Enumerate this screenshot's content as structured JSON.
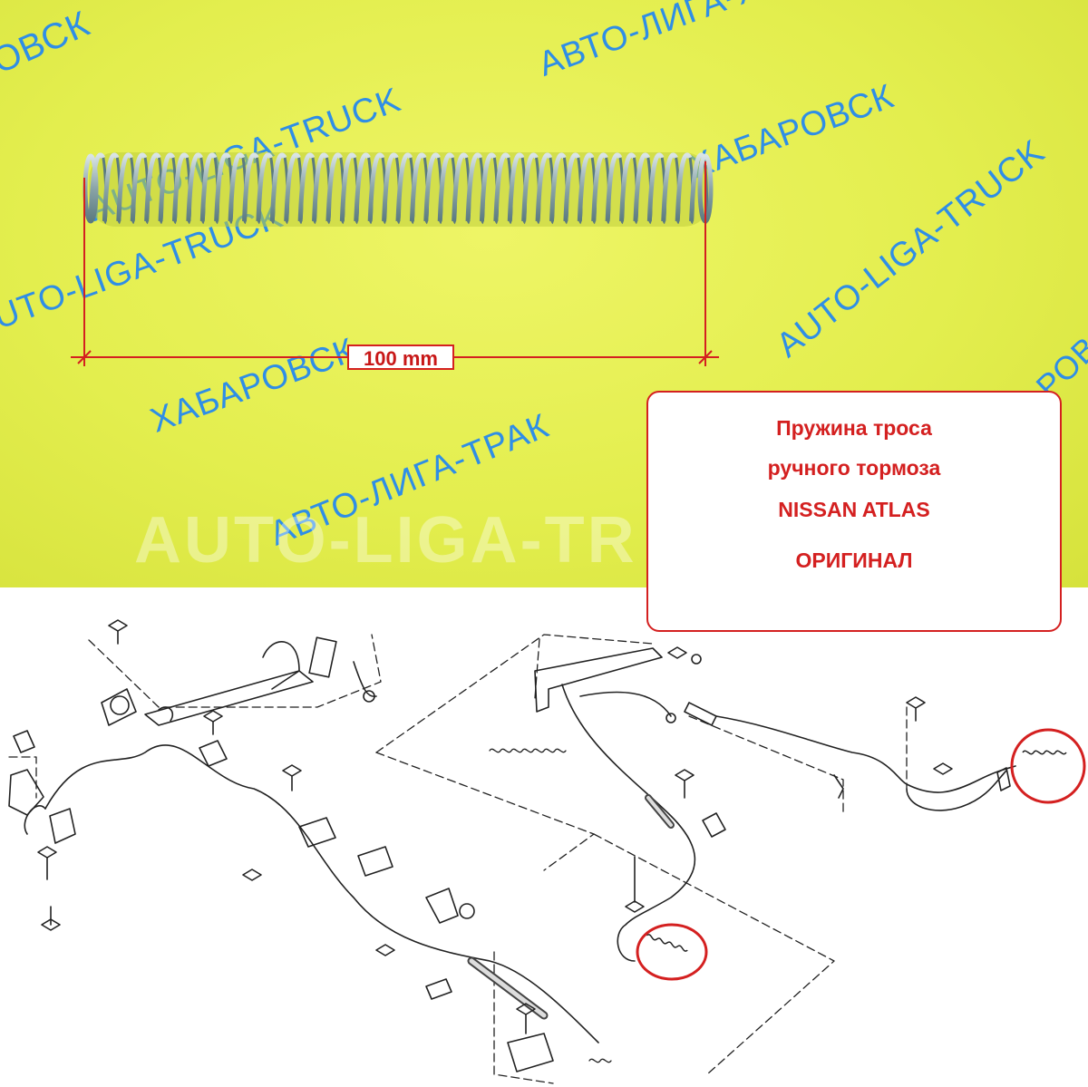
{
  "watermarks": {
    "khabarovsk": "ХАБАРОВСК",
    "khabarovsk_partial": "ОВСК",
    "auto_liga_truck": "AUTO-LIGA-TRUCK",
    "avto_liga_trak": "АВТО-ЛИГА-ТРАК",
    "avto_liga_khabarovsk": "АВТО-ЛИГА-ХАБАРОВСК",
    "auto_liga_partial": "AUTO-LI",
    "big_auto_liga": "AUTO-LIGA-TR"
  },
  "measurement": {
    "label": "100 mm",
    "line_color": "#d42020"
  },
  "caption": {
    "line1": "Пружина троса",
    "line2": "ручного тормоза",
    "line3": "NISSAN ATLAS",
    "line4": "ОРИГИНАЛ",
    "color": "#d42020"
  },
  "colors": {
    "photo_background": "#e3ee4e",
    "watermark": "#2f8ee6",
    "spring": "#6f8f94",
    "highlight_circle": "#d42020",
    "diagram_line": "#222222"
  },
  "diagram": {
    "highlighted_parts": 2
  }
}
